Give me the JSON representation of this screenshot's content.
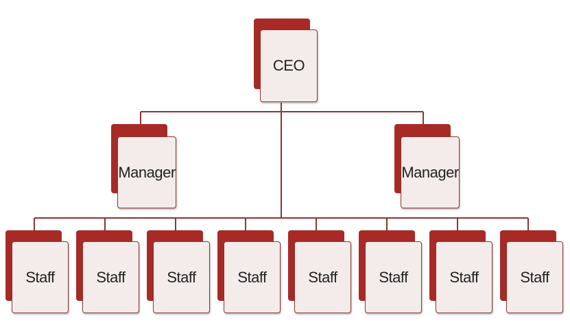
{
  "chart_data": {
    "type": "org-chart",
    "nodes": [
      {
        "id": "ceo",
        "label": "CEO",
        "parent": null
      },
      {
        "id": "mgr1",
        "label": "Manager",
        "parent": "ceo"
      },
      {
        "id": "mgr2",
        "label": "Manager",
        "parent": "ceo"
      },
      {
        "id": "s1",
        "label": "Staff",
        "parent": "ceo"
      },
      {
        "id": "s2",
        "label": "Staff",
        "parent": "ceo"
      },
      {
        "id": "s3",
        "label": "Staff",
        "parent": "ceo"
      },
      {
        "id": "s4",
        "label": "Staff",
        "parent": "ceo"
      },
      {
        "id": "s5",
        "label": "Staff",
        "parent": "ceo"
      },
      {
        "id": "s6",
        "label": "Staff",
        "parent": "ceo"
      },
      {
        "id": "s7",
        "label": "Staff",
        "parent": "ceo"
      },
      {
        "id": "s8",
        "label": "Staff",
        "parent": "ceo"
      }
    ]
  },
  "colors": {
    "box_shadow_fill": "#a82a26",
    "box_fill": "#f3eceb",
    "box_border": "#8c3430",
    "connector": "#8c3430"
  }
}
